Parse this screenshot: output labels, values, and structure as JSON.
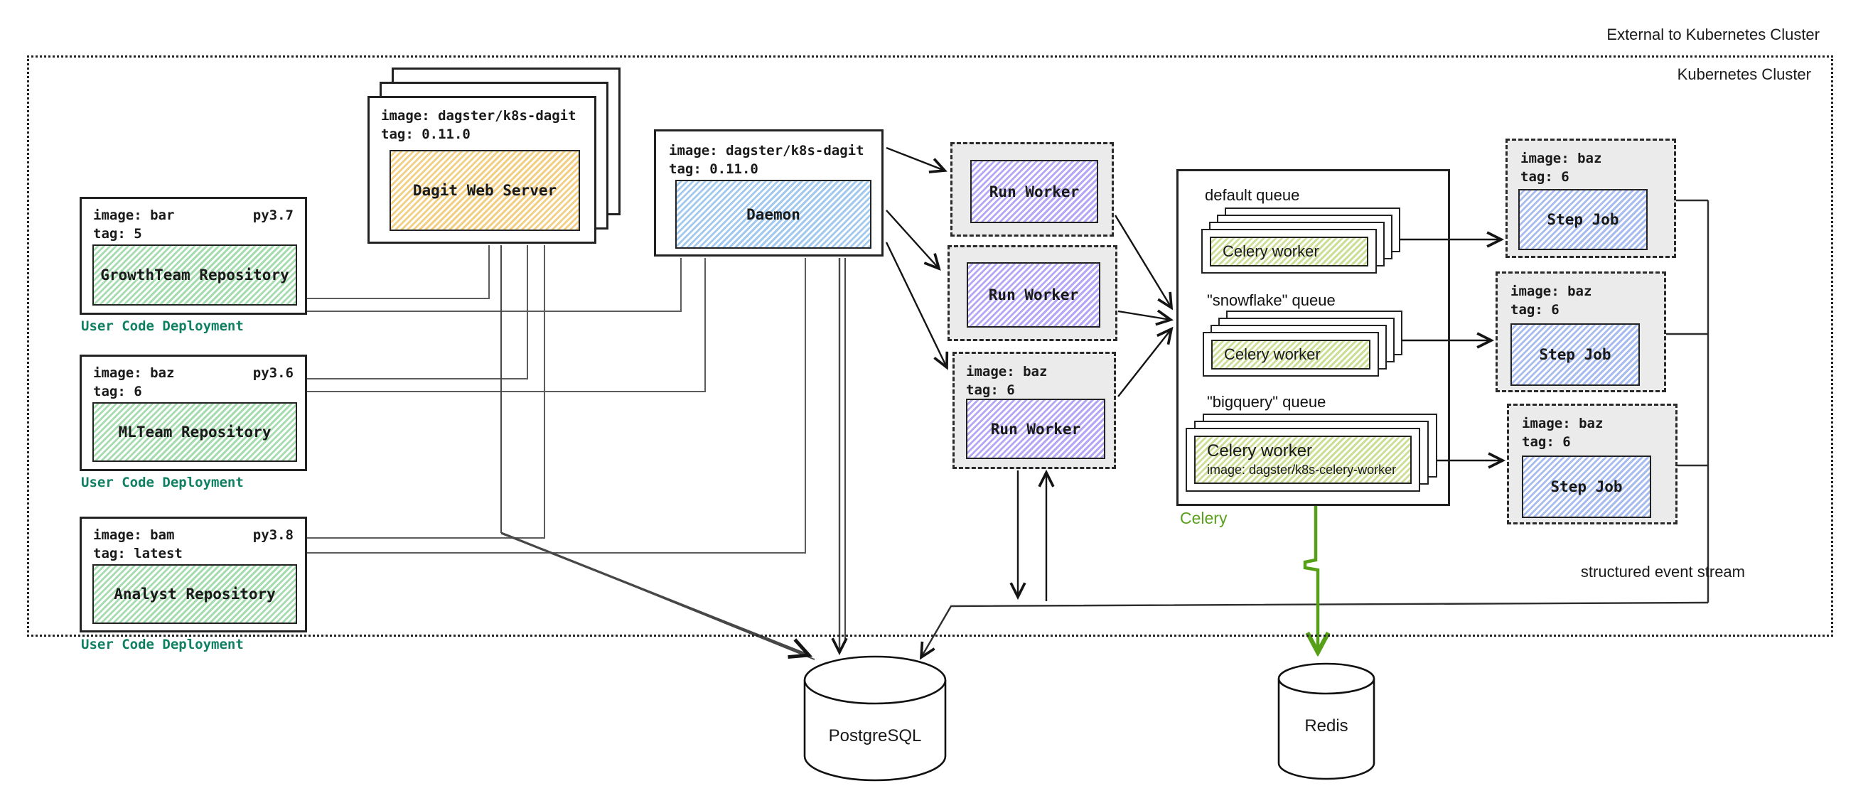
{
  "labels": {
    "external": "External to Kubernetes Cluster",
    "cluster": "Kubernetes Cluster",
    "event_stream": "structured event stream",
    "celery": "Celery",
    "postgres": "PostgreSQL",
    "redis": "Redis"
  },
  "deployments": [
    {
      "image": "image: bar",
      "tag": "tag: 5",
      "py": "py3.7",
      "repo": "GrowthTeam Repository",
      "caption": "User Code Deployment"
    },
    {
      "image": "image: baz",
      "tag": "tag: 6",
      "py": "py3.6",
      "repo": "MLTeam Repository",
      "caption": "User Code Deployment"
    },
    {
      "image": "image: bam",
      "tag": "tag: latest",
      "py": "py3.8",
      "repo": "Analyst Repository",
      "caption": "User Code Deployment"
    }
  ],
  "dagit": {
    "image": "image: dagster/k8s-dagit",
    "tag": "tag: 0.11.0",
    "label": "Dagit Web Server"
  },
  "daemon": {
    "image": "image: dagster/k8s-dagit",
    "tag": "tag: 0.11.0",
    "label": "Daemon"
  },
  "run_workers": [
    {
      "label": "Run Worker"
    },
    {
      "label": "Run Worker"
    },
    {
      "label": "Run Worker",
      "image": "image: baz",
      "tag": "tag: 6"
    }
  ],
  "queues": [
    {
      "name": "default queue",
      "worker": "Celery worker"
    },
    {
      "name": "\"snowflake\" queue",
      "worker": "Celery worker"
    },
    {
      "name": "\"bigquery\" queue",
      "worker": "Celery worker",
      "worker_image": "image: dagster/k8s-celery-worker"
    }
  ],
  "step_jobs": [
    {
      "image": "image: baz",
      "tag": "tag: 6",
      "label": "Step Job"
    },
    {
      "image": "image: baz",
      "tag": "tag: 6",
      "label": "Step Job"
    },
    {
      "image": "image: baz",
      "tag": "tag: 6",
      "label": "Step Job"
    }
  ],
  "colors": {
    "user_code_caption": "#0f8162",
    "celery_label": "#5aa01e",
    "celery_arrow": "#55a016",
    "repo_hatch": "#a6ddb0",
    "dagit_hatch": "#f3cf84",
    "daemon_hatch": "#a2c9ef",
    "run_worker_hatch": "#b5a7f4",
    "step_job_hatch": "#a8bcf0",
    "celery_worker_hatch": "#cbe096",
    "dashed_container_fill": "#ebebeb"
  }
}
